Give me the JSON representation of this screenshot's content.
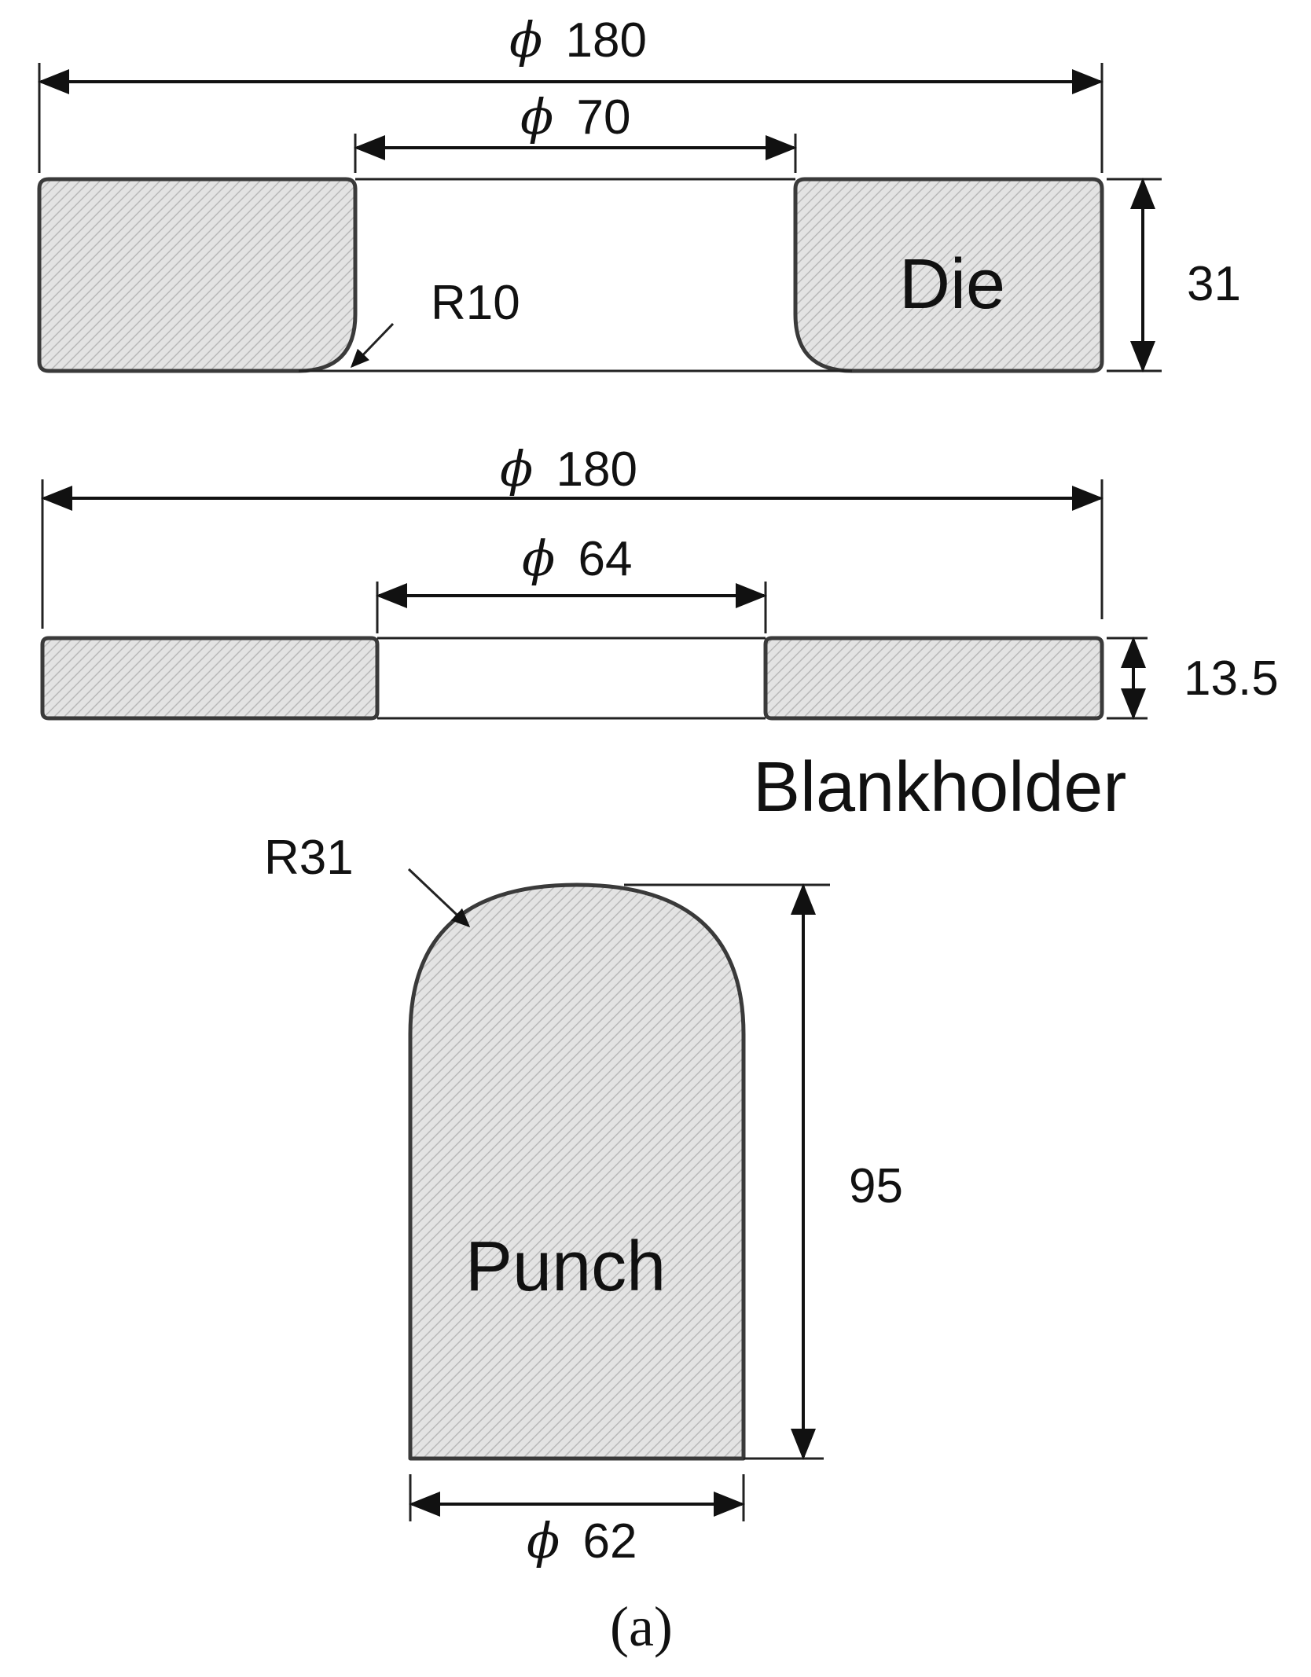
{
  "parts": {
    "die": {
      "label": "Die",
      "outer_dim": {
        "symbol": "ϕ",
        "value": "180"
      },
      "inner_dim": {
        "symbol": "ϕ",
        "value": "70"
      },
      "height_dim": "31",
      "radius": "R10"
    },
    "blankholder": {
      "label": "Blankholder",
      "outer_dim": {
        "symbol": "ϕ",
        "value": "180"
      },
      "inner_dim": {
        "symbol": "ϕ",
        "value": "64"
      },
      "height_dim": "13.5"
    },
    "punch": {
      "label": "Punch",
      "radius": "R31",
      "height_dim": "95",
      "width_dim": {
        "symbol": "ϕ",
        "value": "62"
      }
    }
  },
  "caption": "(a)"
}
